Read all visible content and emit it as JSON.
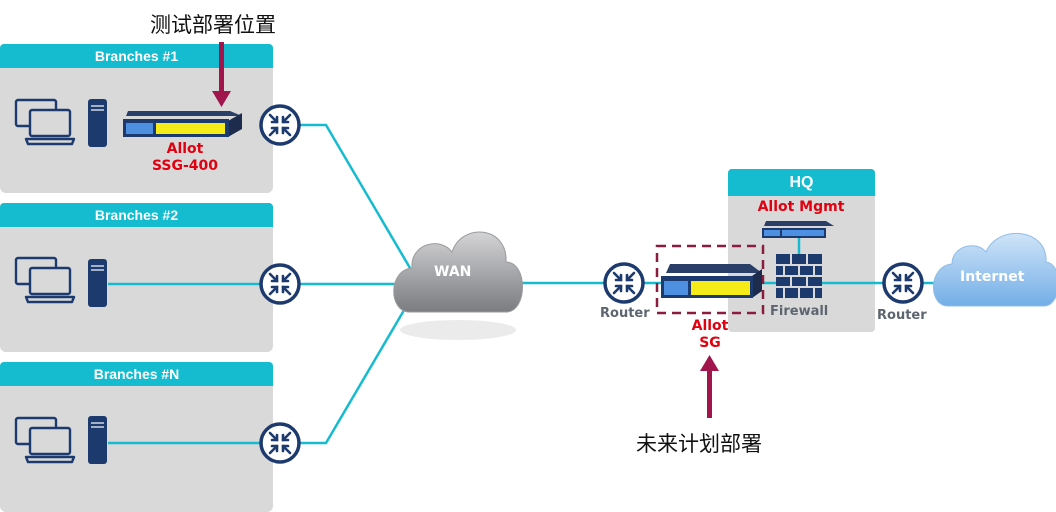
{
  "branches": [
    {
      "title": "Branches #1"
    },
    {
      "title": "Branches #2"
    },
    {
      "title": "Branches #N"
    }
  ],
  "test_deploy_label": "测试部署位置",
  "future_deploy_label": "未来计划部署",
  "branch1_device": {
    "line1": "Allot",
    "line2": "SSG-400"
  },
  "wan_label": "WAN",
  "hq": {
    "title": "HQ",
    "mgmt_label": "Allot Mgmt",
    "firewall_label": "Firewall"
  },
  "sg_device": {
    "line1": "Allot",
    "line2": "SG"
  },
  "router_label_left": "Router",
  "router_label_right": "Router",
  "internet_label": "Internet",
  "colors": {
    "teal": "#15bccf",
    "panel": "#d9d9da",
    "navy": "#1d3a6e",
    "red": "#e0000f",
    "arrow": "#a0154c",
    "device_yellow": "#f4eb19",
    "device_blue": "#4d8fe0"
  }
}
